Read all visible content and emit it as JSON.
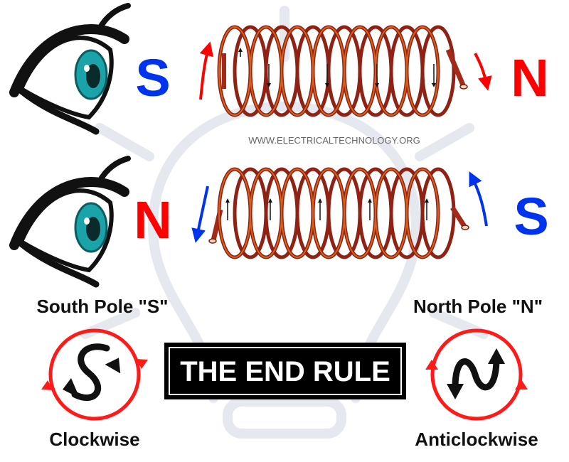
{
  "watermark": "WWW.ELECTRICALTECHNOLOGY.ORG",
  "rows": [
    {
      "eye_pole": "S",
      "far_pole": "N",
      "eye_pole_color": "#0033ee",
      "far_pole_color": "#ff0000",
      "arrow_color": "#ff0000"
    },
    {
      "eye_pole": "N",
      "far_pole": "S",
      "eye_pole_color": "#ff0000",
      "far_pole_color": "#0033ee",
      "arrow_color": "#0033ee"
    }
  ],
  "labels": {
    "south_pole": "South Pole \"S\"",
    "north_pole": "North Pole \"N\"",
    "clockwise": "Clockwise",
    "anticlockwise": "Anticlockwise",
    "title": "THE END RULE"
  },
  "colors": {
    "coil": "#a3291a",
    "coil_highlight": "#d7611a",
    "ring": "#ff1a1a",
    "iris": "#1aa3a8",
    "title_bg": "#000000",
    "title_text": "#ffffff"
  },
  "icons": [
    "eye-icon",
    "s-letter-arrow-icon",
    "n-letter-arrow-icon",
    "lightbulb-watermark-icon"
  ]
}
